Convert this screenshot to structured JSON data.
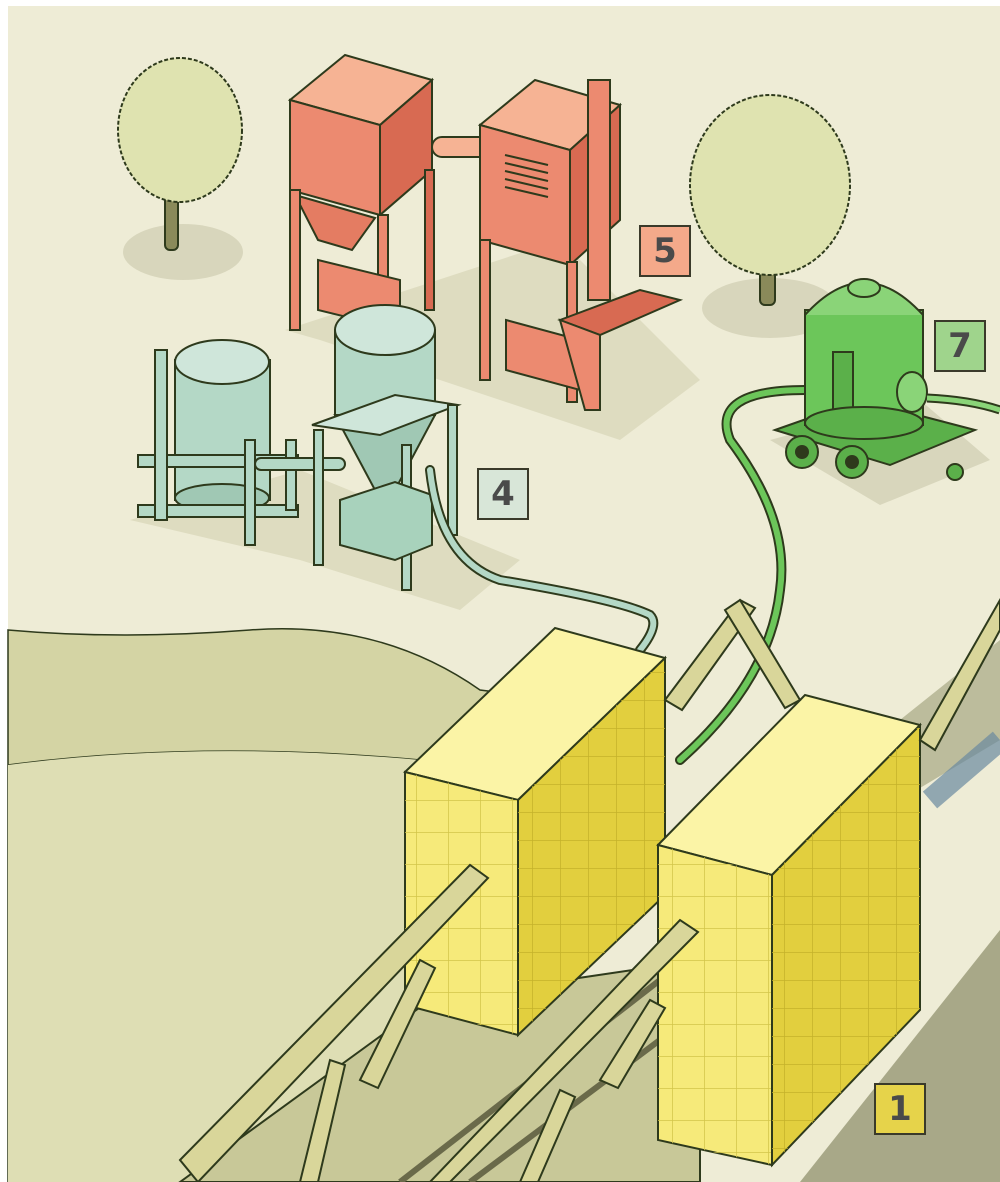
{
  "labels": {
    "one": "1",
    "four": "4",
    "five": "5",
    "seven": "7"
  },
  "colors": {
    "ground": "#eeecd6",
    "grass": "#cfcf9e",
    "silo_yellow": "#f6ea7a",
    "silo_yellow_dark": "#e2cf3e",
    "red_plant": "#ec8a70",
    "red_plant_light": "#f6b394",
    "teal_tank": "#b4d8c6",
    "green_tank": "#6cc65a",
    "tree": "#dfe4b0",
    "truss": "#d9d69a",
    "outline": "#2e3a1c"
  }
}
